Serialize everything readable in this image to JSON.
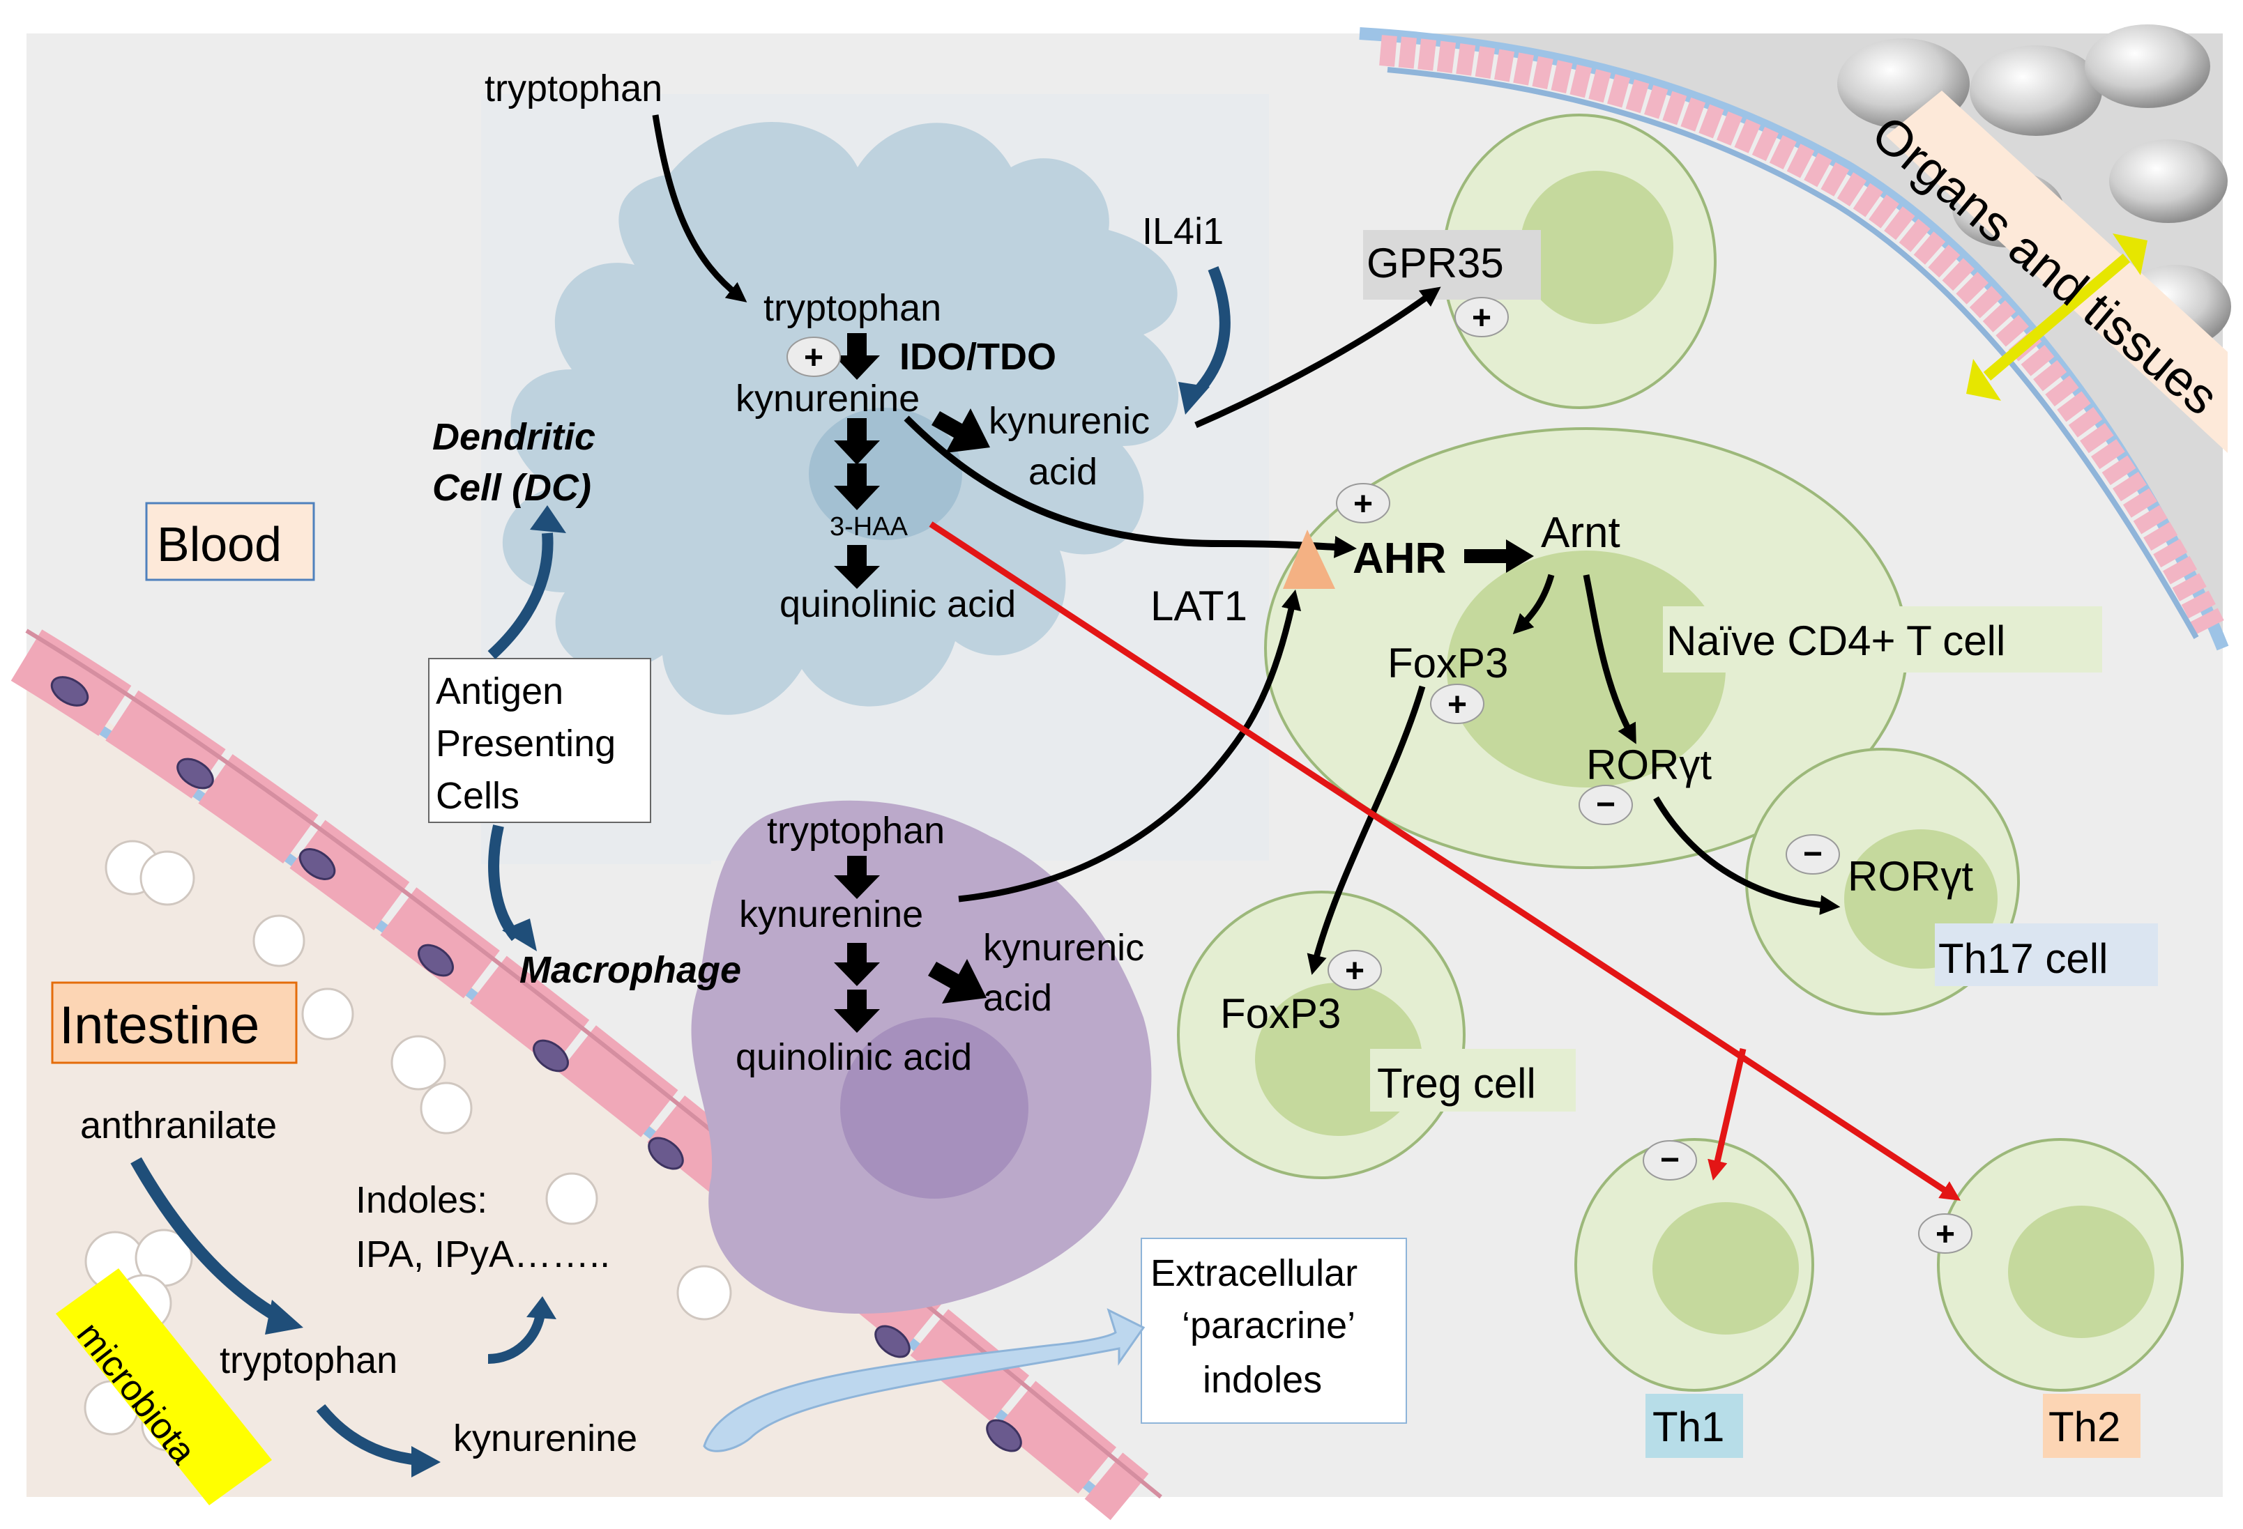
{
  "regions": {
    "blood": "Blood",
    "intestine": "Intestine",
    "organs": "Organs and tissues",
    "microbiota": "microbiota"
  },
  "dendritic_cell": {
    "name_line1": "Dendritic",
    "name_line2": "Cell (DC)",
    "tryptophan_in": "tryptophan",
    "tryptophan": "tryptophan",
    "enzyme": "IDO/TDO",
    "kynurenine": "kynurenine",
    "kynurenic_line1": "kynurenic",
    "kynurenic_line2": "acid",
    "haa": "3-HAA",
    "quinolinic": "quinolinic acid",
    "il4i1": "IL4i1"
  },
  "apc_box": {
    "line1": "Antigen",
    "line2": "Presenting",
    "line3": "Cells"
  },
  "macrophage": {
    "name": "Macrophage",
    "tryptophan": "tryptophan",
    "kynurenine": "kynurenine",
    "kynurenic_line1": "kynurenic",
    "kynurenic_line2": "acid",
    "quinolinic": "quinolinic acid"
  },
  "receptors": {
    "gpr35": "GPR35",
    "lat1": "LAT1",
    "ahr": "AHR",
    "arnt": "Arnt"
  },
  "cells": {
    "naive": "Naïve CD4+ T cell",
    "foxp3": "FoxP3",
    "rorgt": "RORγt",
    "th17": "Th17 cell",
    "th17_ror": "RORγt",
    "treg": "Treg cell",
    "treg_foxp3": "FoxP3",
    "th1": "Th1",
    "th2": "Th2"
  },
  "intestine": {
    "anthranilate": "anthranilate",
    "indoles_line1": "Indoles:",
    "indoles_line2": "IPA, IPyA……..",
    "tryptophan": "tryptophan",
    "kynurenine": "kynurenine"
  },
  "extracellular": {
    "line1": "Extracellular",
    "line2": "‘paracrine’",
    "line3": "indoles"
  },
  "signs": {
    "plus": "+",
    "minus": "−"
  },
  "colors": {
    "background": "#ededed",
    "blood_label_bg": "#fde9d9",
    "blood_label_border": "#4f81bd",
    "intestine_label_bg": "#fcd5b4",
    "intestine_label_border": "#e46c0a",
    "th1_bg": "#b7dde8",
    "th2_bg": "#fcd5b4",
    "th17_bg": "#dbe5f1",
    "microbiota_bg": "#ffff00",
    "organs_bg": "#fde9d9",
    "red_arrow": "#e31515",
    "blue_arrow": "#1f4e79",
    "dc_fill": "#b9cfdc",
    "macrophage_fill": "#b8a8c8",
    "t_cell_outer": "#e4eed2",
    "t_cell_inner": "#c5d99d"
  }
}
